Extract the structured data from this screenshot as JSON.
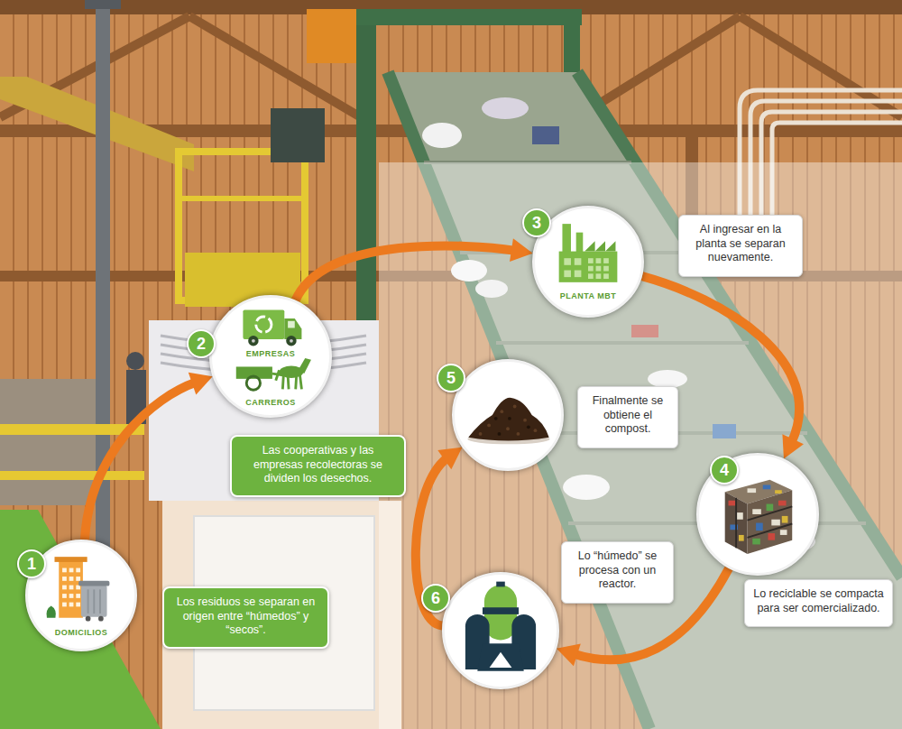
{
  "diagram": {
    "nodes": [
      {
        "text": [
          "1",
          "DOMICILIOS"
        ]
      },
      {
        "text": [
          "Los residuos se separan en origen entre “húmedos” y “secos”."
        ]
      },
      {
        "text": [
          "2",
          "EMPRESAS",
          "CARREROS"
        ]
      },
      {
        "text": [
          "Las cooperativas y las empresas recolectoras se dividen los desechos."
        ]
      },
      {
        "text": [
          "3",
          "PLANTA MBT"
        ]
      },
      {
        "text": [
          "Al ingresar en la planta se separan nuevamente."
        ]
      },
      {
        "text": [
          "4"
        ]
      },
      {
        "text": [
          "Lo reciclable se compacta para ser comercializado."
        ]
      },
      {
        "text": [
          "5"
        ]
      },
      {
        "text": [
          "Finalmente se obtiene el compost."
        ]
      },
      {
        "text": [
          "6"
        ]
      },
      {
        "text": [
          "Lo “húmedo” se procesa con un reactor."
        ]
      }
    ],
    "edges": [
      {
        "from": 0,
        "to": 2,
        "arrow": "to"
      },
      {
        "from": 2,
        "to": 4,
        "arrow": "to"
      },
      {
        "from": 4,
        "to": 6,
        "arrow": "to"
      },
      {
        "from": 6,
        "to": 10,
        "arrow": "to"
      },
      {
        "from": 10,
        "to": 8,
        "arrow": "to"
      }
    ]
  }
}
